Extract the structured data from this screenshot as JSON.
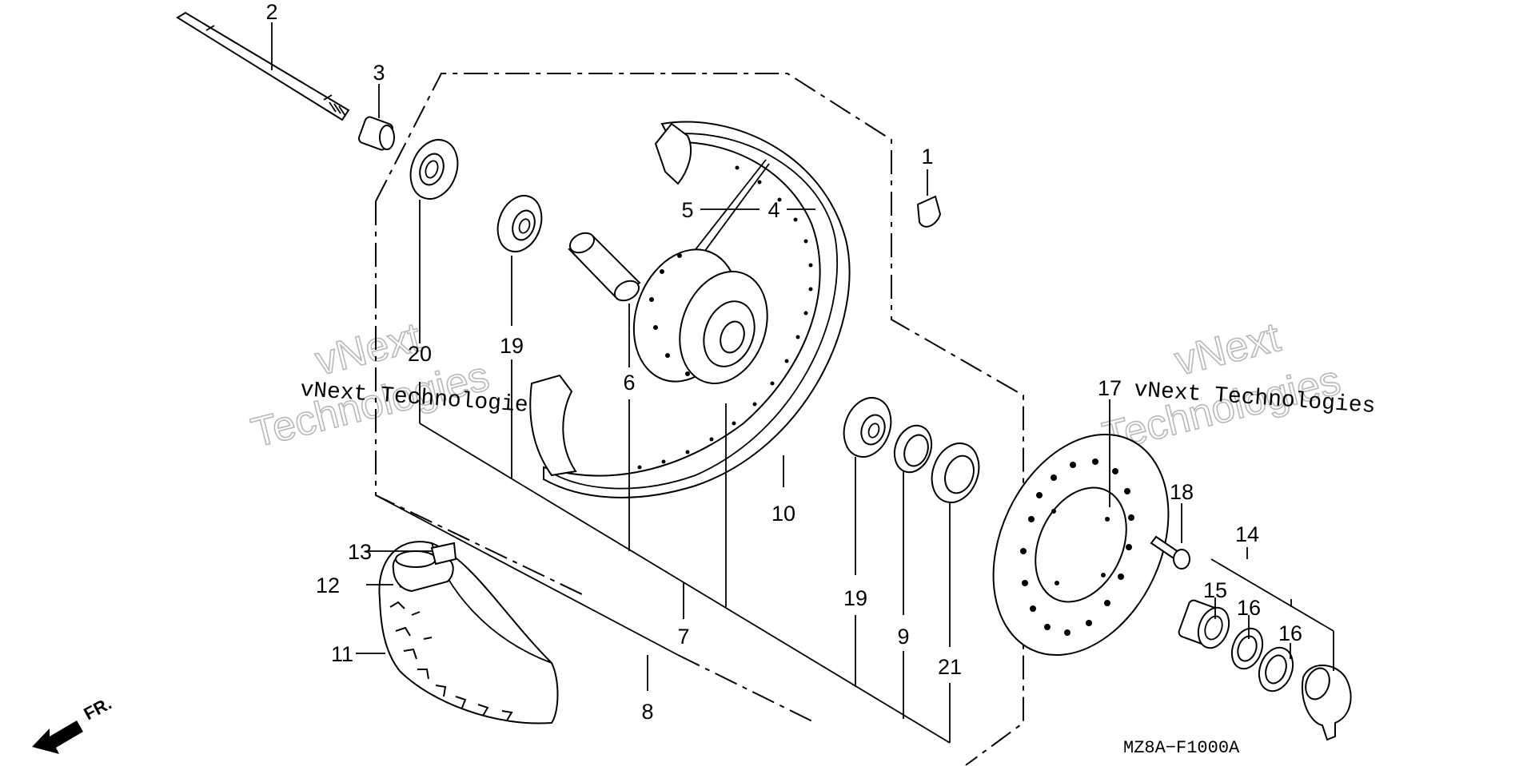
{
  "diagram_code": "MZ8A−F1000A",
  "direction_marker": "FR.",
  "watermark": {
    "line1": "vNext Technologies",
    "line2": "vNext",
    "line3": "Technologies"
  },
  "callouts": [
    {
      "id": "c1",
      "label": "1"
    },
    {
      "id": "c2",
      "label": "2"
    },
    {
      "id": "c3",
      "label": "3"
    },
    {
      "id": "c4",
      "label": "4"
    },
    {
      "id": "c5",
      "label": "5"
    },
    {
      "id": "c6",
      "label": "6"
    },
    {
      "id": "c7",
      "label": "7"
    },
    {
      "id": "c8",
      "label": "8"
    },
    {
      "id": "c9",
      "label": "9"
    },
    {
      "id": "c10",
      "label": "10"
    },
    {
      "id": "c11",
      "label": "11"
    },
    {
      "id": "c12",
      "label": "12"
    },
    {
      "id": "c13",
      "label": "13"
    },
    {
      "id": "c14",
      "label": "14"
    },
    {
      "id": "c15",
      "label": "15"
    },
    {
      "id": "c16a",
      "label": "16"
    },
    {
      "id": "c16b",
      "label": "16"
    },
    {
      "id": "c17",
      "label": "17"
    },
    {
      "id": "c18",
      "label": "18"
    },
    {
      "id": "c19a",
      "label": "19"
    },
    {
      "id": "c19b",
      "label": "19"
    },
    {
      "id": "c20",
      "label": "20"
    },
    {
      "id": "c21",
      "label": "21"
    }
  ]
}
